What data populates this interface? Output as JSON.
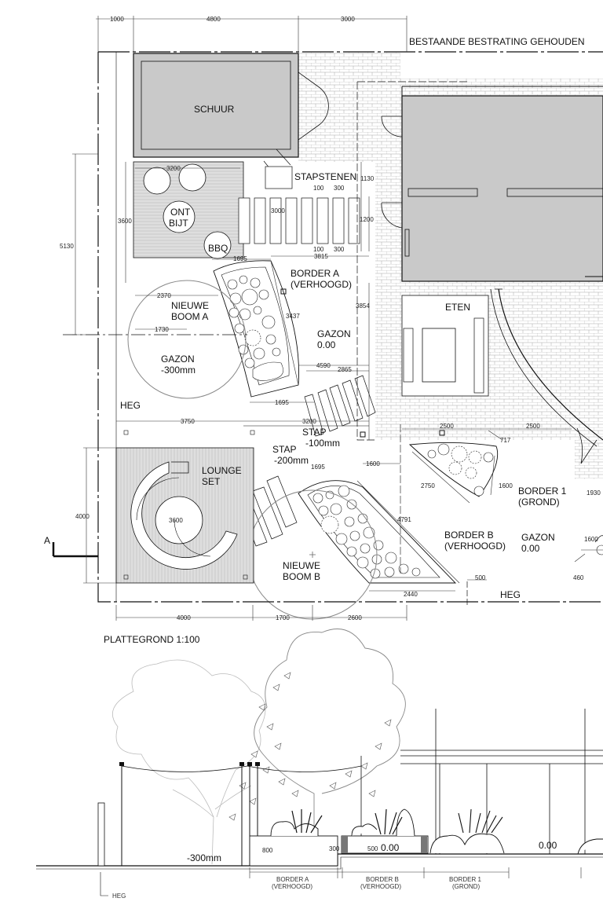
{
  "dimensions": {
    "top_1000": "1000",
    "top_4800": "4800",
    "top_3000": "3000",
    "left_5130": "5130",
    "left_3600": "3600",
    "left_4000": "4000",
    "bottom_4000": "4000",
    "bottom_1700": "1700",
    "bottom_2600": "2600",
    "d_3200_deck": "3200",
    "d_3000": "3000",
    "d_100a": "100",
    "d_300a": "300",
    "d_100b": "100",
    "d_300b": "300",
    "d_1130": "1130",
    "d_1200": "1200",
    "d_3815": "3815",
    "d_1695a": "1695",
    "d_2370": "2370",
    "d_1730": "1730",
    "d_3437": "3437",
    "d_3854": "3854",
    "d_4590": "4590",
    "d_2865": "2865",
    "d_1695b": "1695",
    "d_3750": "3750",
    "d_3200": "3200",
    "d_1695c": "1695",
    "d_1600a": "1600",
    "d_3600": "3600",
    "d_4791": "4791",
    "d_2440": "2440",
    "d_500": "500",
    "d_2500a": "2500",
    "d_2500b": "2500",
    "d_717": "717",
    "d_2750": "2750",
    "d_1600b": "1600",
    "d_1930": "1930",
    "d_1600c": "1600",
    "d_460": "460",
    "s_800": "800",
    "s_300": "300",
    "s_500": "500"
  },
  "plan_labels": {
    "existing_paving": "BESTAANDE BESTRATING GEHOUDEN",
    "shed": "SCHUUR",
    "stepping_stones": "STAPSTENEN",
    "breakfast_1": "ONT",
    "breakfast_2": "BIJT",
    "bbq": "BBQ",
    "border_a_1": "BORDER A",
    "border_a_2": "(VERHOOGD)",
    "new_tree_a_1": "NIEUWE",
    "new_tree_a_2": "BOOM A",
    "lawn_a_1": "GAZON",
    "lawn_a_2": "-300mm",
    "lawn_mid_1": "GAZON",
    "lawn_mid_2": "0.00",
    "dining": "ETEN",
    "hedge_left": "HEG",
    "step_1": "STAP",
    "step_1_level": "-100mm",
    "step_2": "STAP",
    "step_2_level": "-200mm",
    "lounge_1": "LOUNGE",
    "lounge_2": "SET",
    "border_1_1": "BORDER 1",
    "border_1_2": "(GROND)",
    "border_b_1": "BORDER B",
    "border_b_2": "(VERHOOGD)",
    "lawn_right_1": "GAZON",
    "lawn_right_2": "0.00",
    "new_tree_b_1": "NIEUWE",
    "new_tree_b_2": "BOOM B",
    "hedge_bottom": "HEG",
    "section_marker": "A",
    "plan_title": "PLATTEGROND 1:100"
  },
  "section_labels": {
    "level_minus300": "-300mm",
    "level_000a": "0.00",
    "level_000b": "0.00",
    "border_a_1": "BORDER A",
    "border_a_2": "(VERHOOGD)",
    "border_b_1": "BORDER B",
    "border_b_2": "(VERHOOGD)",
    "border_1_1": "BORDER 1",
    "border_1_2": "(GROND)",
    "hedge": "HEG"
  },
  "colors": {
    "line": "#111111",
    "building_fill": "#c9c9c9",
    "deck_fill": "#dcdcdc",
    "paving_line": "#9a9a9a",
    "tree_line": "#888888"
  }
}
